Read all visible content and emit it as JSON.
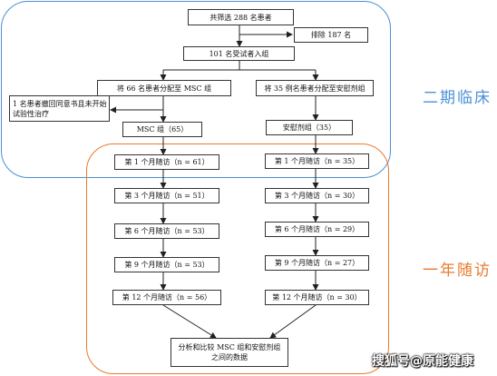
{
  "colors": {
    "phase2": "#4a90d9",
    "year1": "#e87a2e",
    "box_border": "#333333",
    "line": "#222222"
  },
  "screening": {
    "total": "共筛选 288 名患者",
    "excluded": "排除 187 名",
    "enrolled": "101 名受试者入组"
  },
  "msc_arm": {
    "allocation": "将 66 名患者分配至 MSC 组",
    "withdrawn": "1 名患者撤回同意书且未开始试验性治疗",
    "group": "MSC 组（65）",
    "followups": [
      "第 1 个月随访（n = 61）",
      "第 3 个月随访（n = 51）",
      "第 6 个月随访（n = 53）",
      "第 9 个月随访（n = 53）",
      "第 12 个月随访（n = 56）"
    ]
  },
  "placebo_arm": {
    "allocation": "将 35 例名患者分配至安慰剂组",
    "group": "安慰剂组（35）",
    "followups": [
      "第 1 个月随访（n = 35）",
      "第 3 个月随访（n = 30）",
      "第 6 个月随访（n = 29）",
      "第 9 个月随访（n = 27）",
      "第 12 个月随访（n = 30）"
    ]
  },
  "analysis": "分析和比较 MSC 组和安慰剂组之间的数据",
  "region_labels": {
    "phase2": "二期临床",
    "year1": "一年随访"
  },
  "watermark": "搜狐号@原能健康"
}
